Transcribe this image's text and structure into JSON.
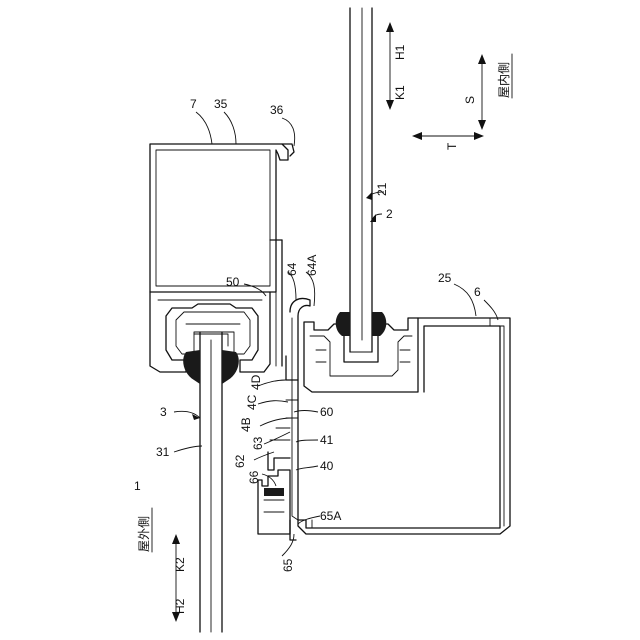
{
  "labels": {
    "1": "1",
    "2": "2",
    "3": "3",
    "6": "6",
    "7": "7",
    "21": "21",
    "25": "25",
    "31": "31",
    "35": "35",
    "36": "36",
    "40": "40",
    "41": "41",
    "4B": "4B",
    "4C": "4C",
    "4D": "4D",
    "50": "50",
    "60": "60",
    "62": "62",
    "63": "63",
    "64": "64",
    "64A": "64A",
    "65": "65",
    "65A": "65A",
    "66": "66"
  },
  "directions": {
    "indoor_side": "屋内側",
    "outdoor_side": "屋外側",
    "K1": "K1",
    "H1": "H1",
    "K2": "K2",
    "H2": "H2",
    "S": "S",
    "T": "T"
  }
}
